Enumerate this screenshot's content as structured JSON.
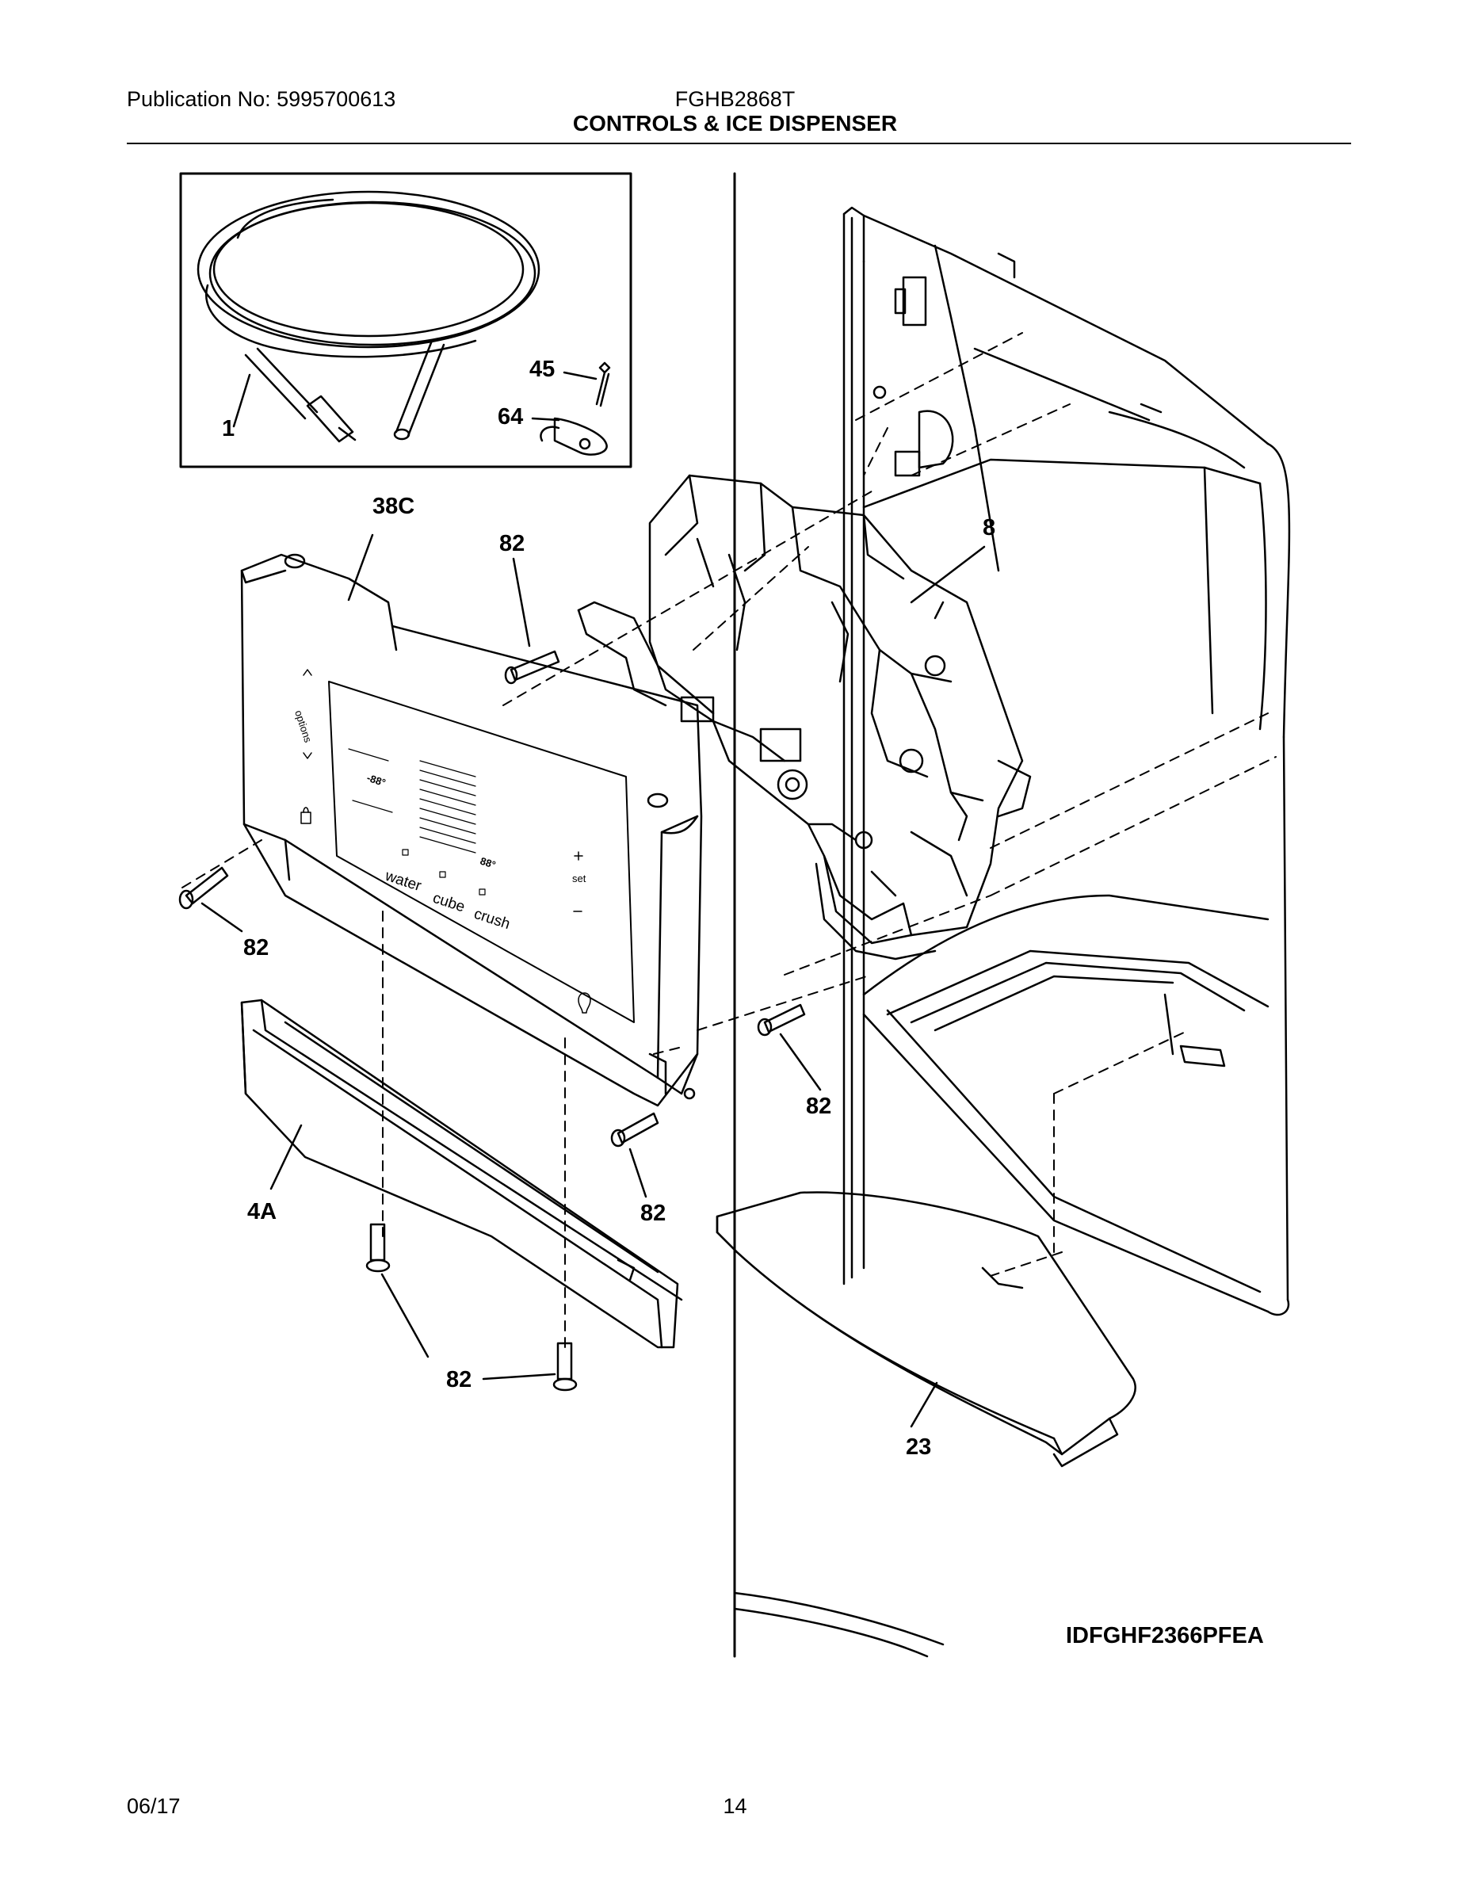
{
  "header": {
    "publication": "Publication No: 5995700613",
    "model": "FGHB2868T",
    "title": "CONTROLS & ICE DISPENSER"
  },
  "callouts": {
    "c1": "1",
    "c45": "45",
    "c64": "64",
    "c38c": "38C",
    "c82_top": "82",
    "c8": "8",
    "c82_left": "82",
    "c82_right": "82",
    "c82_mid": "82",
    "c4a": "4A",
    "c82_bottom": "82",
    "c23": "23"
  },
  "panel_labels": {
    "options": "options",
    "water": "water",
    "cube": "cube",
    "crush": "crush",
    "set": "set",
    "display_left": "-88°",
    "display_right": "88°"
  },
  "diagram_id": "IDFGHF2366PFEA",
  "footer": {
    "date": "06/17",
    "page": "14"
  }
}
